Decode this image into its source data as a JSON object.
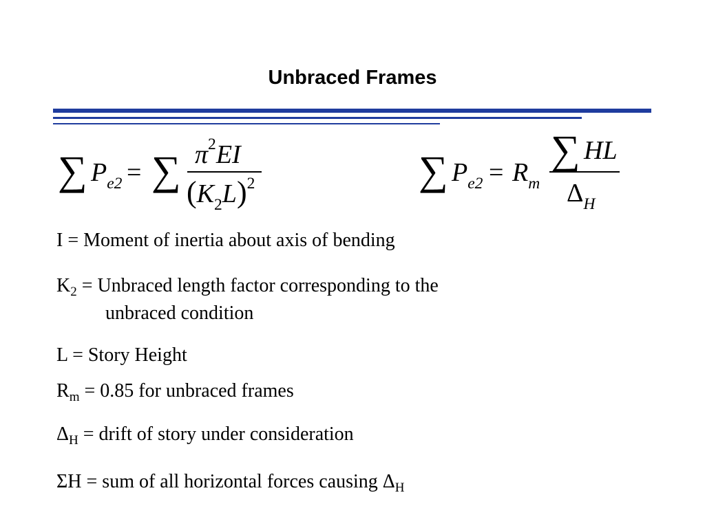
{
  "slide": {
    "title": "Unbraced Frames"
  },
  "formula1": {
    "sum": "∑",
    "P": "P",
    "P_sub": "e2",
    "equals": "=",
    "num_pi": "π",
    "num_pi_exp": "2",
    "num_EI": "EI",
    "den_lparen": "(",
    "den_K": "K",
    "den_K_sub": "2",
    "den_L": "L",
    "den_rparen": ")",
    "den_exp": "2"
  },
  "formula2": {
    "sum": "∑",
    "P": "P",
    "P_sub": "e2",
    "equals": "=",
    "R": "R",
    "R_sub": "m",
    "num_HL": "HL",
    "den_delta": "Δ",
    "den_delta_sub": "H"
  },
  "definitions": {
    "I": "I = Moment of inertia about axis of bending",
    "K2_sym": "K",
    "K2_sub": "2",
    "K2_line1": " = Unbraced length factor corresponding to the",
    "K2_line2": "unbraced condition",
    "L": "L = Story Height",
    "Rm_sym": "R",
    "Rm_sub": "m",
    "Rm_text": " = 0.85 for unbraced frames",
    "dH_sym": "Δ",
    "dH_sub": "H",
    "dH_text": " = drift of story under consideration",
    "sumH_text": "ΣH = sum of all horizontal forces causing ",
    "sumH_delta": "Δ",
    "sumH_sub": "H"
  },
  "colors": {
    "accent_rule": "#1f3c9e"
  }
}
